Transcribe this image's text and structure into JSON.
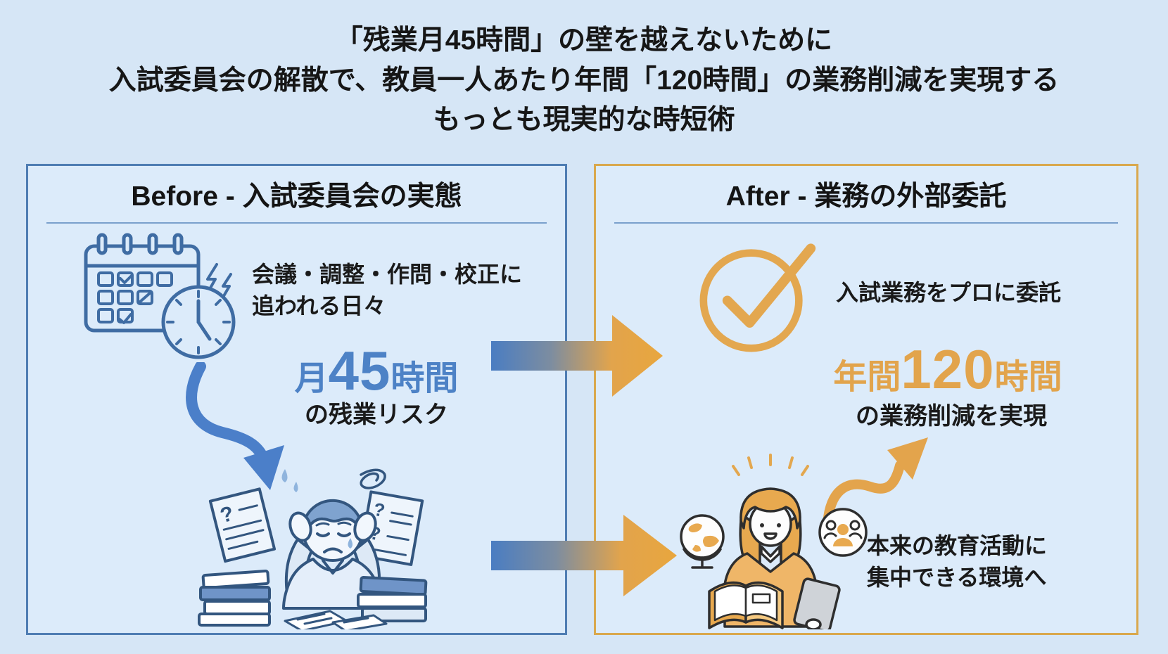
{
  "title": {
    "line1": "「残業月45時間」の壁を越えないために",
    "line2": "入試委員会の解散で、教員一人あたり年間「120時間」の業務削減を実現する",
    "line3": "もっとも現実的な時短術"
  },
  "before": {
    "header": "Before - 入試委員会の実態",
    "busy_line1": "会議・調整・作問・校正に",
    "busy_line2": "追われる日々",
    "metric": {
      "prefix": "月",
      "value": "45",
      "suffix": "時間",
      "caption": "の残業リスク"
    }
  },
  "after": {
    "header": "After - 業務の外部委託",
    "delegate_text": "入試業務をプロに委託",
    "metric": {
      "prefix": "年間",
      "value": "120",
      "suffix": "時間",
      "caption": "の業務削減を実現"
    },
    "benefit_line1": "本来の教育活動に",
    "benefit_line2": "集中できる環境へ"
  },
  "glyphs": {
    "question_mark": "?"
  },
  "icons": {
    "calendar-clock-icon": "calendar with clock and stress bolts (blue line art)",
    "curved-arrow-down-icon": "blue s-curved arrow pointing down",
    "stressed-teacher-icon": "overwhelmed teacher with books and papers (blue line art)",
    "check-circle-icon": "orange circled checkmark",
    "teacher-icon": "smiling teacher with open book, tablet, globe and students badge (orange art)",
    "curved-arrow-up-icon": "orange s-curved arrow pointing up-right",
    "transition-arrow-icon": "blue-to-orange gradient arrow pointing right"
  },
  "colors": {
    "background": "#d6e6f6",
    "panel_fill": "#dcebfa",
    "before_border": "#4f7db3",
    "after_border": "#d9a84e",
    "blue_accent": "#4d82c6",
    "orange_accent": "#e2a44c",
    "divider": "#7aa0cc",
    "text": "#1a1a1a"
  }
}
